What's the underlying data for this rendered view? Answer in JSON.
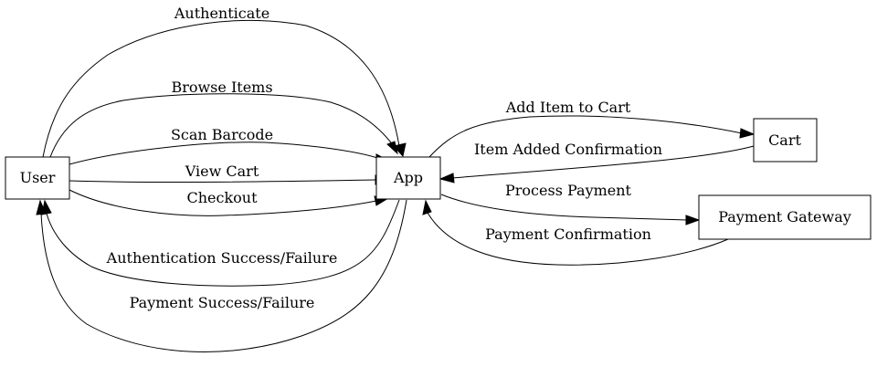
{
  "diagram": {
    "nodes": {
      "user": "User",
      "app": "App",
      "cart": "Cart",
      "gateway": "Payment Gateway"
    },
    "edges": {
      "authenticate": "Authenticate",
      "browse": "Browse Items",
      "scan": "Scan Barcode",
      "view_cart": "View Cart",
      "checkout": "Checkout",
      "auth_result": "Authentication Success/Failure",
      "payment_result": "Payment Success/Failure",
      "add_item": "Add Item to Cart",
      "item_added": "Item Added Confirmation",
      "process_payment": "Process Payment",
      "payment_confirmation": "Payment Confirmation"
    }
  }
}
